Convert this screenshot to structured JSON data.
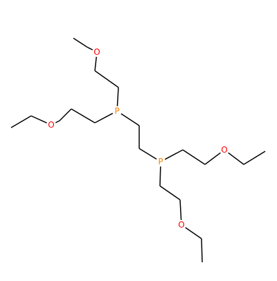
{
  "molecule": {
    "colors": {
      "bond": "#000000",
      "P": "#FF8000",
      "O": "#FF0000",
      "background": "#FFFFFF"
    },
    "atoms": [
      {
        "id": "o1",
        "element": "O",
        "label": "O"
      },
      {
        "id": "p1",
        "element": "P",
        "label": "P"
      },
      {
        "id": "o2",
        "element": "O",
        "label": "O"
      },
      {
        "id": "p2",
        "element": "P",
        "label": "P"
      },
      {
        "id": "o3",
        "element": "O",
        "label": "O"
      },
      {
        "id": "o4",
        "element": "O",
        "label": "O"
      }
    ]
  }
}
